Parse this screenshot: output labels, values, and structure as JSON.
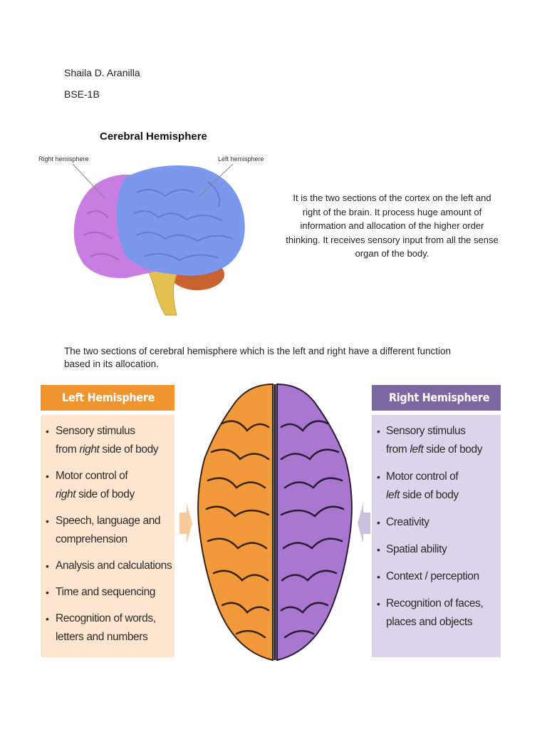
{
  "header": {
    "author": "Shaila D. Aranilla",
    "section": "BSE-1B"
  },
  "figure1": {
    "title": "Cerebral Hemisphere",
    "label_right": "Right hemisphere",
    "label_left": "Left hemisphere",
    "colors": {
      "right": "#c77ee0",
      "left": "#7b98ec",
      "stem": "#e3c050",
      "cerebellum": "#c9622f"
    }
  },
  "description": "It is the two sections of the cortex on the left and right of the brain. It process huge amount of information and allocation of the higher order thinking. It receives sensory input from all the sense organ of the body.",
  "intro": "The two sections of cerebral hemisphere which is the left and right have a different function based in its allocation.",
  "left_panel": {
    "title": "Left Hemisphere",
    "color": "#f0952e",
    "items": [
      {
        "pre": "Sensory stimulus",
        "line2_pre": "from ",
        "em": "right",
        "post": " side of body"
      },
      {
        "pre": "Motor control of",
        "line2_pre": "",
        "em": "right",
        "post": " side of body"
      },
      {
        "pre": "Speech, language and",
        "line2_pre": "comprehension",
        "em": "",
        "post": ""
      },
      {
        "pre": "Analysis and calculations",
        "line2_pre": "",
        "em": "",
        "post": ""
      },
      {
        "pre": "Time and sequencing",
        "line2_pre": "",
        "em": "",
        "post": ""
      },
      {
        "pre": "Recognition of words,",
        "line2_pre": "letters and numbers",
        "em": "",
        "post": ""
      }
    ]
  },
  "right_panel": {
    "title": "Right Hemisphere",
    "color": "#7c67a3",
    "items": [
      {
        "pre": "Sensory stimulus",
        "line2_pre": "from ",
        "em": "left",
        "post": " side of body"
      },
      {
        "pre": "Motor control of",
        "line2_pre": "",
        "em": "left",
        "post": " side of body"
      },
      {
        "pre": "Creativity",
        "line2_pre": "",
        "em": "",
        "post": ""
      },
      {
        "pre": "Spatial ability",
        "line2_pre": "",
        "em": "",
        "post": ""
      },
      {
        "pre": "Context / perception",
        "line2_pre": "",
        "em": "",
        "post": ""
      },
      {
        "pre": "Recognition of faces,",
        "line2_pre": "places and objects",
        "em": "",
        "post": ""
      }
    ]
  },
  "figure2": {
    "colors": {
      "left": "#f29a3b",
      "right": "#a977cf",
      "arrow_left": "#f8c99a",
      "arrow_right": "#c8c0dc"
    }
  }
}
